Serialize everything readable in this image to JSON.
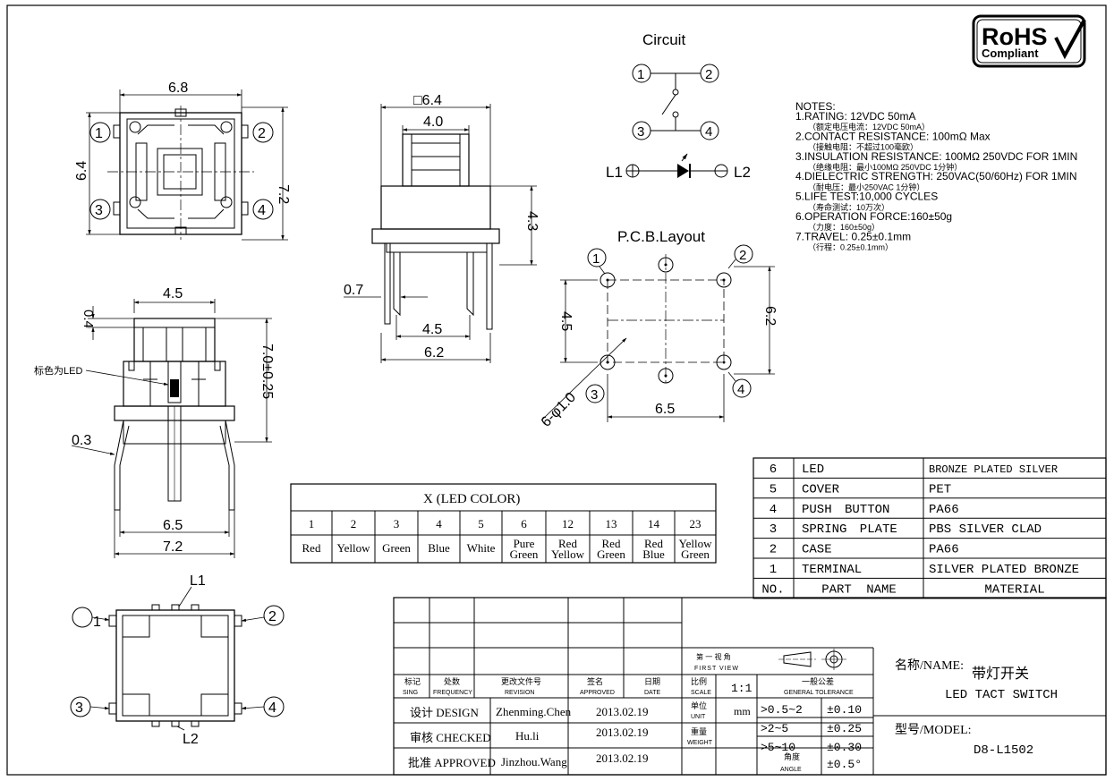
{
  "logo": {
    "text1": "RoHS",
    "text2": "Compliant"
  },
  "circuit": {
    "title": "Circuit",
    "p1": "1",
    "p2": "2",
    "p3": "3",
    "p4": "4",
    "l1": "L1",
    "l2": "L2"
  },
  "pcb": {
    "title": "P.C.B.Layout",
    "d_w": "6.5",
    "d_h": "4.5",
    "d_h2": "6.2",
    "d_hole": "6-φ1.0",
    "p1": "1",
    "p2": "2",
    "p3": "3",
    "p4": "4"
  },
  "notes": {
    "title": "NOTES:",
    "lines": [
      "1.RATING: 12VDC 50mA",
      "（额定电压电流：12VDC 50mA）",
      "2.CONTACT RESISTANCE: 100mΩ Max",
      "（接触电阻：不超过100毫欧）",
      "3.INSULATION RESISTANCE: 100MΩ 250VDC FOR 1MIN",
      "（绝缘电阻：最小100MΩ 250VDC 1分钟）",
      "4.DIELECTRIC STRENGTH: 250VAC(50/60Hz) FOR 1MIN",
      "（耐电压：最小250VAC 1分钟）",
      "5.LIFE TEST:10,000 CYCLES",
      "（寿命测试：10万次）",
      "6.OPERATION FORCE:160±50g",
      "（力度：160±50g）",
      "7.TRAVEL: 0.25±0.1mm",
      "（行程：0.25±0.1mm）"
    ]
  },
  "top_view": {
    "d_w": "6.8",
    "d_h_left": "6.4",
    "d_h_right": "7.2",
    "p1": "1",
    "p2": "2",
    "p3": "3",
    "p4": "4"
  },
  "side_view": {
    "d_top": "□6.4",
    "d_inner": "4.0",
    "d_h": "4.3",
    "d_pin": "0.7",
    "d_pitch": "4.5",
    "d_w": "6.2"
  },
  "section_view": {
    "d_top": "4.5",
    "d_cap": "0.4",
    "led_label": "标色为LED",
    "d_h": "7.0±0.25",
    "d_pin": "0.3",
    "d_pitch": "6.5",
    "d_w": "7.2"
  },
  "bottom_view": {
    "l1": "L1",
    "l2": "L2",
    "p1": "1",
    "p2": "2",
    "p3": "3",
    "p4": "4"
  },
  "led_table": {
    "title": "X (LED COLOR)",
    "codes": [
      "1",
      "2",
      "3",
      "4",
      "5",
      "6",
      "12",
      "13",
      "14",
      "23"
    ],
    "colors": [
      [
        "Red"
      ],
      [
        "Yellow"
      ],
      [
        "Green"
      ],
      [
        "Blue"
      ],
      [
        "White"
      ],
      [
        "Pure",
        "Green"
      ],
      [
        "Red",
        "Yellow"
      ],
      [
        "Red",
        "Green"
      ],
      [
        "Red",
        "Blue"
      ],
      [
        "Yellow",
        "Green"
      ]
    ]
  },
  "bom": {
    "rows": [
      [
        "6",
        "LED",
        "BRONZE PLATED SILVER"
      ],
      [
        "5",
        "COVER",
        "PET"
      ],
      [
        "4",
        "PUSH BUTTON",
        "PA66"
      ],
      [
        "3",
        "SPRING PLATE",
        "PBS SILVER CLAD"
      ],
      [
        "2",
        "CASE",
        "PA66"
      ],
      [
        "1",
        "TERMINAL",
        "SILVER PLATED BRONZE"
      ]
    ],
    "header": [
      "NO.",
      "PART NAME",
      "MATERIAL"
    ]
  },
  "title_block": {
    "sign_cn": "标记",
    "sign_en": "SING",
    "freq_cn": "处数",
    "freq_en": "FREQUENCY",
    "rev_cn": "更改文件号",
    "rev_en": "REVISION",
    "appr_cn": "签名",
    "appr_en": "APPROVED",
    "date_cn": "日期",
    "date_en": "DATE",
    "view_cn": "第 一 视 角",
    "view_en": "FIRST VIEW",
    "scale_cn": "比例",
    "scale_en": "SCALE",
    "scale_val": "1:1",
    "tol_cn": "一般公差",
    "tol_en": "GENERAL TOLERANCE",
    "unit_cn": "单位",
    "unit_en": "UNIT",
    "unit_val": "mm",
    "weight_cn": "重量",
    "weight_en": "WEIGHT",
    "angle_cn": "角度",
    "angle_en": "ANGLE",
    "tol_rows": [
      [
        ">0.5~2",
        "±0.10"
      ],
      [
        ">2~5",
        "±0.25"
      ],
      [
        ">5~10",
        "±0.30"
      ]
    ],
    "angle_val": "±0.5°",
    "design_label": "设计 DESIGN",
    "design_name": "Zhenming.Chen",
    "design_date": "2013.02.19",
    "check_label": "审核 CHECKED",
    "check_name": "Hu.li",
    "check_date": "2013.02.19",
    "approve_label": "批准 APPROVED",
    "approve_name": "Jinzhou.Wang",
    "approve_date": "2013.02.19",
    "name_label": "名称/NAME:",
    "name_cn": "带灯开关",
    "name_en": "LED TACT SWITCH",
    "model_label": "型号/MODEL:",
    "model_val": "D8-L1502"
  }
}
